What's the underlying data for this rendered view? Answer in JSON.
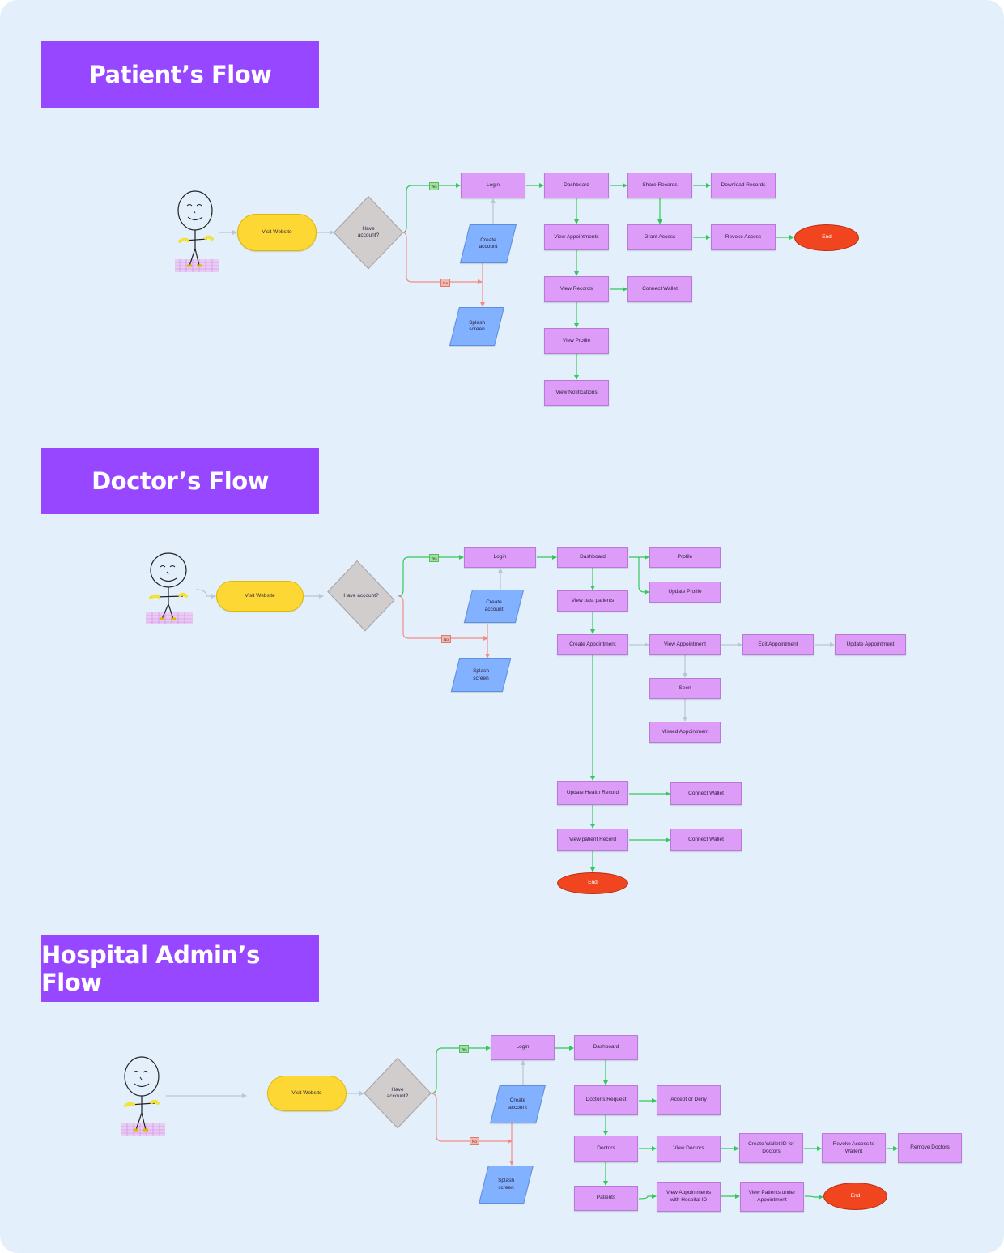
{
  "colors": {
    "background": "#e3f0fb",
    "banner": "#9747ff",
    "process": "#dc9cf7",
    "start": "#fdd835",
    "io": "#82b1ff",
    "decision": "#d1cdcd",
    "end": "#f0451f",
    "yes_link": "#34c759",
    "no_link": "#f28b82",
    "neutral_link": "#b9c6d3"
  },
  "flows": [
    {
      "title": "Patient’s Flow",
      "figure_icon": "stick-figure-icon",
      "nodes": [
        {
          "id": "p-visit",
          "shape": "pill",
          "text": "Visit Website"
        },
        {
          "id": "p-have",
          "shape": "diamond",
          "text": "Have\naccount?"
        },
        {
          "id": "p-login",
          "shape": "rect",
          "text": "Login"
        },
        {
          "id": "p-create",
          "shape": "parallelogram",
          "text": "Create\naccount"
        },
        {
          "id": "p-splash",
          "shape": "parallelogram",
          "text": "Splash\nscreen"
        },
        {
          "id": "p-dash",
          "shape": "rect",
          "text": "Dashboard"
        },
        {
          "id": "p-share",
          "shape": "rect",
          "text": "Share Records"
        },
        {
          "id": "p-download",
          "shape": "rect",
          "text": "Download Records"
        },
        {
          "id": "p-grant",
          "shape": "rect",
          "text": "Grant Access"
        },
        {
          "id": "p-revoke",
          "shape": "rect",
          "text": "Revoke Access"
        },
        {
          "id": "p-end",
          "shape": "oval",
          "text": "End"
        },
        {
          "id": "p-vappt",
          "shape": "rect",
          "text": "View Appointments"
        },
        {
          "id": "p-vrec",
          "shape": "rect",
          "text": "View Records"
        },
        {
          "id": "p-wallet",
          "shape": "rect",
          "text": "Connect Wallet"
        },
        {
          "id": "p-vprof",
          "shape": "rect",
          "text": "View Profile"
        },
        {
          "id": "p-vnotif",
          "shape": "rect",
          "text": "View Notifications"
        }
      ],
      "yes_label": "Yes",
      "no_label": "No"
    },
    {
      "title": "Doctor’s Flow",
      "figure_icon": "stick-figure-icon",
      "nodes": [
        {
          "id": "d-visit",
          "shape": "pill",
          "text": "Visit Website"
        },
        {
          "id": "d-have",
          "shape": "diamond",
          "text": "Have account?"
        },
        {
          "id": "d-login",
          "shape": "rect",
          "text": "Login"
        },
        {
          "id": "d-create",
          "shape": "parallelogram",
          "text": "Create\naccount"
        },
        {
          "id": "d-splash",
          "shape": "parallelogram",
          "text": "Splash\nscreen"
        },
        {
          "id": "d-dash",
          "shape": "rect",
          "text": "Dashboard"
        },
        {
          "id": "d-profile",
          "shape": "rect",
          "text": "Profile"
        },
        {
          "id": "d-uprofile",
          "shape": "rect",
          "text": "Update Profile"
        },
        {
          "id": "d-vpast",
          "shape": "rect",
          "text": "View past patients"
        },
        {
          "id": "d-cappt",
          "shape": "rect",
          "text": "Create Appointment"
        },
        {
          "id": "d-vappt",
          "shape": "rect",
          "text": "View Appointment"
        },
        {
          "id": "d-eappt",
          "shape": "rect",
          "text": "Edit Appointment"
        },
        {
          "id": "d-uappt",
          "shape": "rect",
          "text": "Update Appointment"
        },
        {
          "id": "d-seen",
          "shape": "rect",
          "text": "Seen"
        },
        {
          "id": "d-missed",
          "shape": "rect",
          "text": "Missed Appointment"
        },
        {
          "id": "d-uhr",
          "shape": "rect",
          "text": "Update Health Record"
        },
        {
          "id": "d-wallet1",
          "shape": "rect",
          "text": "Connect Wallet"
        },
        {
          "id": "d-vpr",
          "shape": "rect",
          "text": "View patient Record"
        },
        {
          "id": "d-wallet2",
          "shape": "rect",
          "text": "Connect Wallet"
        },
        {
          "id": "d-end",
          "shape": "oval",
          "text": "End"
        }
      ],
      "yes_label": "Yes",
      "no_label": "No"
    },
    {
      "title": "Hospital Admin’s Flow",
      "figure_icon": "stick-figure-icon",
      "nodes": [
        {
          "id": "h-visit",
          "shape": "pill",
          "text": "Visit Website"
        },
        {
          "id": "h-have",
          "shape": "diamond",
          "text": "Have\naccount?"
        },
        {
          "id": "h-login",
          "shape": "rect",
          "text": "Login"
        },
        {
          "id": "h-create",
          "shape": "parallelogram",
          "text": "Create\naccount"
        },
        {
          "id": "h-splash",
          "shape": "parallelogram",
          "text": "Splash\nscreen"
        },
        {
          "id": "h-dash",
          "shape": "rect",
          "text": "Dashboard"
        },
        {
          "id": "h-dreq",
          "shape": "rect",
          "text": "Doctor’s Request"
        },
        {
          "id": "h-accept",
          "shape": "rect",
          "text": "Accept or Deny"
        },
        {
          "id": "h-doctors",
          "shape": "rect",
          "text": "Doctors"
        },
        {
          "id": "h-vdoc",
          "shape": "rect",
          "text": "View Doctors"
        },
        {
          "id": "h-cwallet",
          "shape": "rect",
          "text": "Create Wallet ID for\nDoctors"
        },
        {
          "id": "h-revoke",
          "shape": "rect",
          "text": "Revoke Access to\nWallent"
        },
        {
          "id": "h-remove",
          "shape": "rect",
          "text": "Remove Doctors"
        },
        {
          "id": "h-patients",
          "shape": "rect",
          "text": "Patients"
        },
        {
          "id": "h-vappt",
          "shape": "rect",
          "text": "View Appointments\nwith Hospital ID"
        },
        {
          "id": "h-vpat",
          "shape": "rect",
          "text": "View Patients under\nAppointment"
        },
        {
          "id": "h-end",
          "shape": "oval",
          "text": "End"
        }
      ],
      "yes_label": "Yes",
      "no_label": "No"
    }
  ]
}
